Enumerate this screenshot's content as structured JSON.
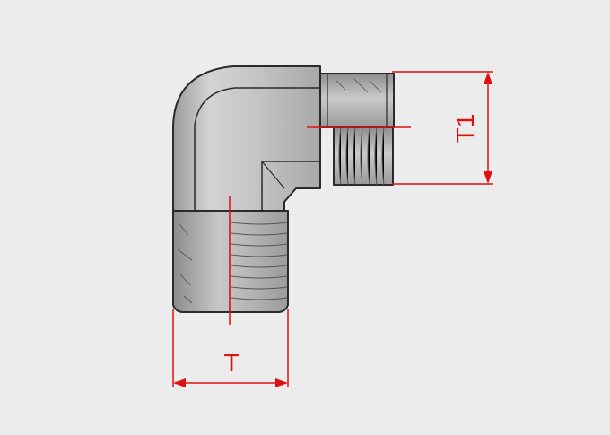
{
  "diagram": {
    "background": "#ececec",
    "body_color": "#c6c6c6",
    "outline_color": "#2a2a2a",
    "dimension_color": "#e01010",
    "dimensions": [
      {
        "id": "bottom-thread",
        "label": "T"
      },
      {
        "id": "side-thread",
        "label": "T1"
      }
    ]
  }
}
